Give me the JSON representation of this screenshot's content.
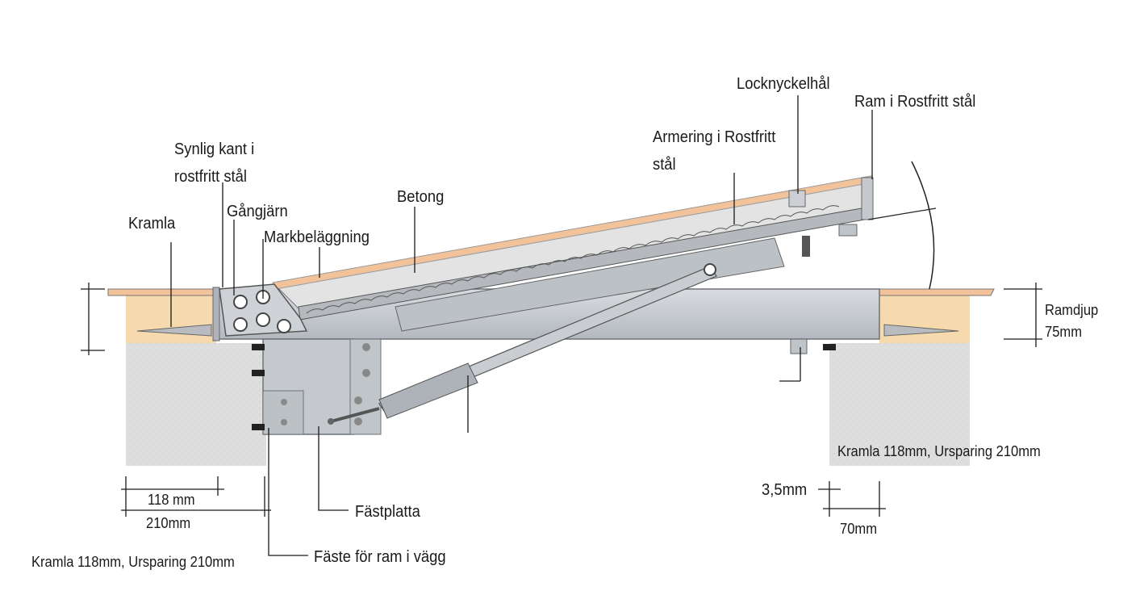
{
  "labels": {
    "locknyckelhal": "Locknyckelhål",
    "ram_rostfritt": "Ram i Rostfritt stål",
    "armering_line1": "Armering i Rostfritt",
    "armering_line2": "stål",
    "synlig_line1": "Synlig kant i",
    "synlig_line2": "rostfritt stål",
    "gangjarn": "Gångjärn",
    "betong": "Betong",
    "kramla": "Kramla",
    "markbelaggning": "Markbeläggning",
    "ramdjup_line1": "Ramdjup",
    "ramdjup_line2": "75mm",
    "kramla_right": "Kramla 118mm, Ursparing 210mm",
    "dim_118": "118 mm",
    "dim_210": "210mm",
    "fastplatta": "Fästplatta",
    "dim_35": "3,5mm",
    "dim_70": "70mm",
    "kramla_left": "Kramla 118mm, Ursparing 210mm",
    "faste": "Fäste för ram i vägg"
  },
  "colors": {
    "paving": "#f6d9ad",
    "concrete": "#dcdcdc",
    "steel": "#c8ccd1",
    "steel_dark": "#8f959c",
    "lid_top": "#f2c29a",
    "line": "#1a1a1a"
  }
}
